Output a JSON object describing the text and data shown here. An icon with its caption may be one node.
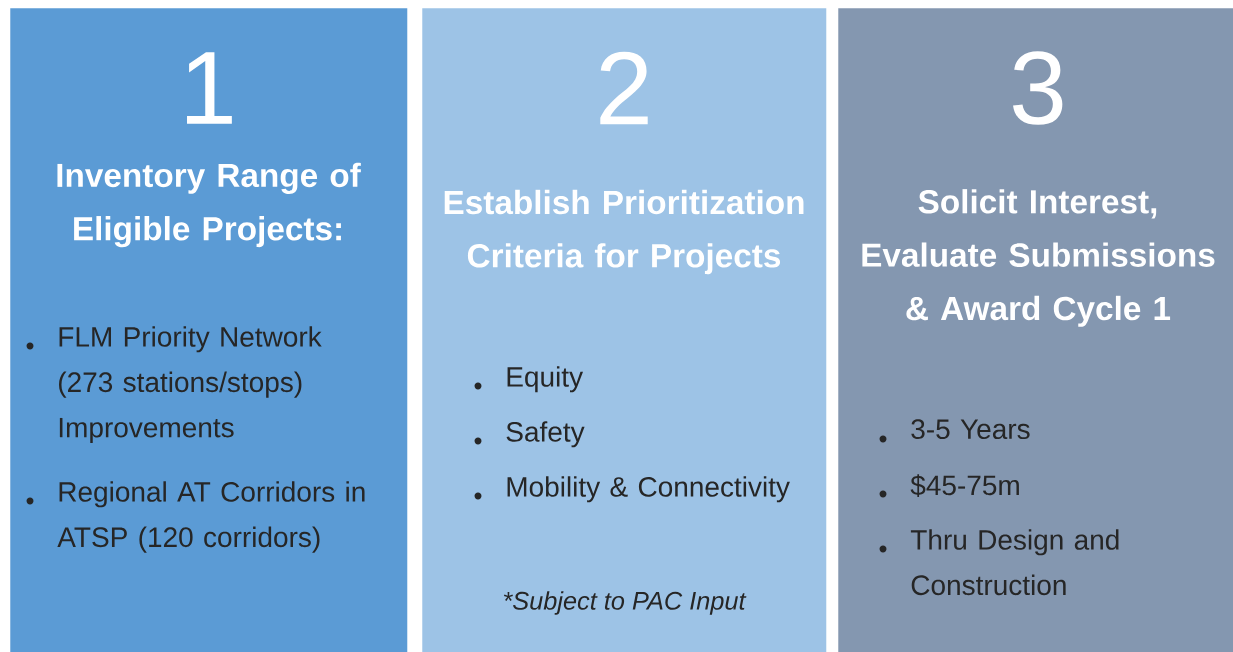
{
  "diagram": {
    "nodes": [
      {
        "text": [
          "1",
          "Inventory Range of Eligible Projects:",
          "FLM Priority Network (273 stations/stops) Improvements",
          "Regional AT Corridors in ATSP (120 corridors)"
        ]
      },
      {
        "text": [
          "2",
          "Establish Prioritization Criteria for Projects",
          "Equity",
          "Safety",
          "Mobility & Connectivity",
          "*Subject to PAC Input"
        ]
      },
      {
        "text": [
          "3",
          "Solicit Interest, Evaluate Submissions & Award Cycle 1",
          "3-5 Years",
          "$45-75m",
          "Thru Design and Construction"
        ]
      }
    ]
  }
}
